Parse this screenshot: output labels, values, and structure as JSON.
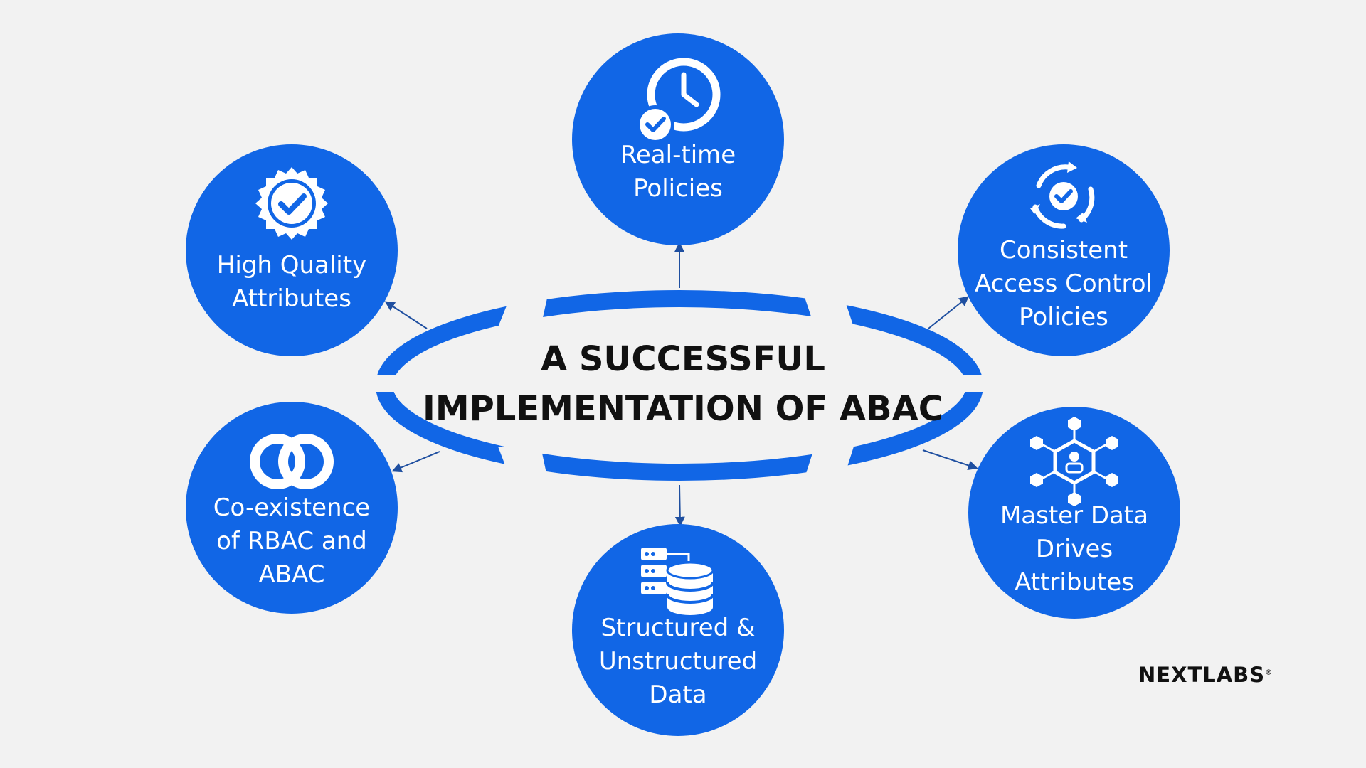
{
  "colors": {
    "background": "#f2f2f2",
    "accent": "#1166e6",
    "arrow": "#1f4fa0",
    "title": "#111111"
  },
  "title": "A SUCCESSFUL\nIMPLEMENTATION OF ABAC",
  "nodes": [
    {
      "id": "real-time-policies",
      "label": "Real-time\nPolicies",
      "icon": "clock-check-icon"
    },
    {
      "id": "high-quality-attributes",
      "label": "High Quality\nAttributes",
      "icon": "badge-check-icon"
    },
    {
      "id": "consistent-access-control-policies",
      "label": "Consistent\nAccess Control\nPolicies",
      "icon": "cycle-check-icon"
    },
    {
      "id": "co-existence-rbac-abac",
      "label": "Co-existence\nof RBAC and\nABAC",
      "icon": "linked-rings-icon"
    },
    {
      "id": "master-data-drives-attributes",
      "label": "Master Data\nDrives\nAttributes",
      "icon": "hexagon-network-icon"
    },
    {
      "id": "structured-unstructured-data",
      "label": "Structured &\nUnstructured\nData",
      "icon": "database-server-icon"
    }
  ],
  "brand": {
    "name": "NEXTLABS",
    "mark": "®"
  }
}
